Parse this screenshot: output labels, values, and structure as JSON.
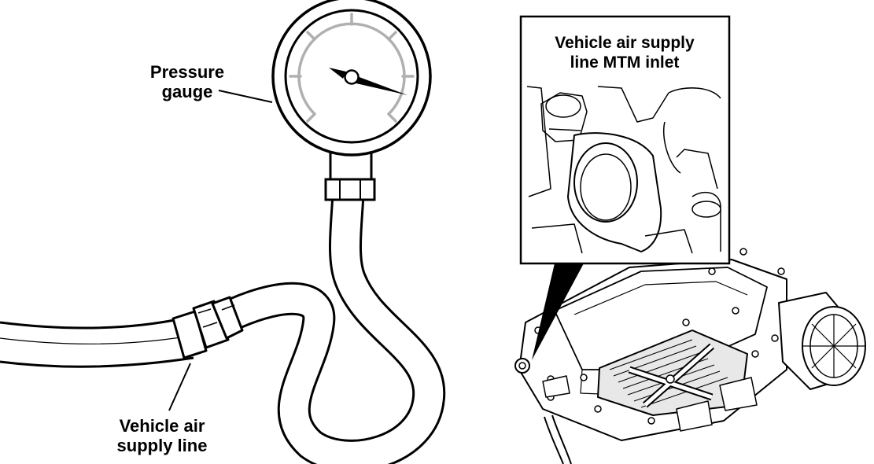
{
  "labels": {
    "pressure_gauge": {
      "line1": "Pressure",
      "line2": "gauge"
    },
    "supply_line": {
      "line1": "Vehicle air",
      "line2": "supply line"
    },
    "inlet": {
      "line1": "Vehicle air supply",
      "line2": "line MTM inlet"
    }
  },
  "colors": {
    "ink": "#000000",
    "dial_scale": "#b0b0b0",
    "plate": "#e8e8e8",
    "background": "#ffffff"
  }
}
